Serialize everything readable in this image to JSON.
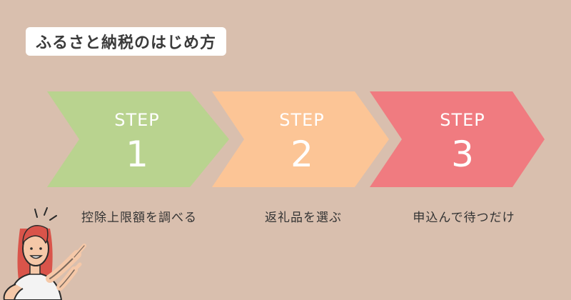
{
  "title": "ふるさと納税のはじめ方",
  "colors": {
    "background": "#d9bfae",
    "step1": "#b9d38f",
    "step2": "#fcc596",
    "step3": "#f07b80"
  },
  "steps": [
    {
      "word": "STEP",
      "number": "1",
      "caption": "控除上限額を調べる"
    },
    {
      "word": "STEP",
      "number": "2",
      "caption": "返礼品を選ぶ"
    },
    {
      "word": "STEP",
      "number": "3",
      "caption": "申込んで待つだけ"
    }
  ],
  "illustration": {
    "icon": "pointing-woman-icon"
  }
}
